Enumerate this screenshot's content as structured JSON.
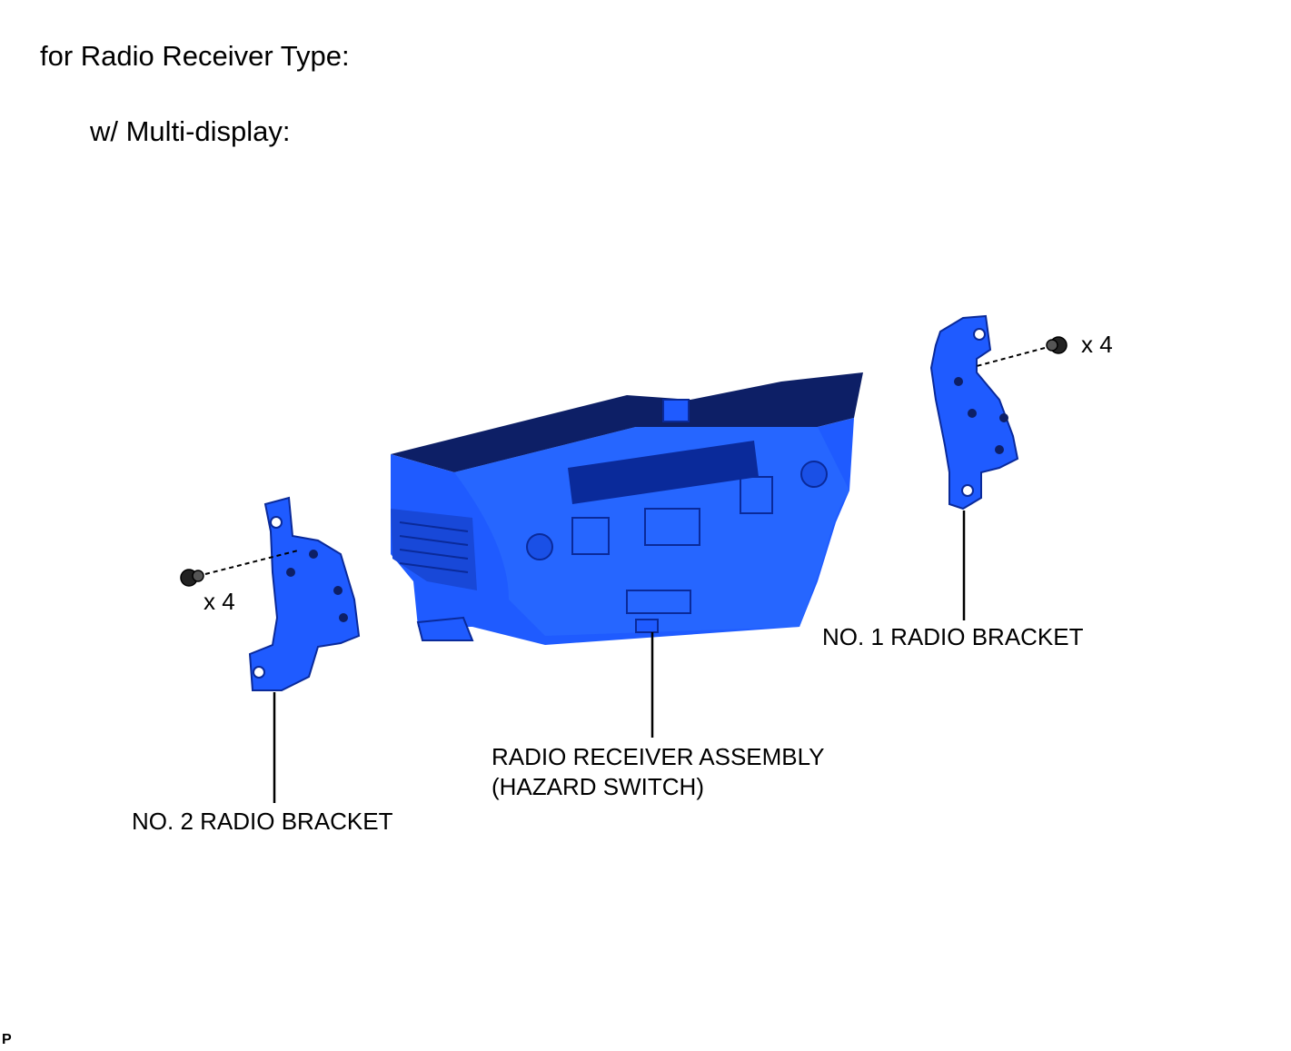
{
  "headings": {
    "main": "for Radio Receiver Type:",
    "sub": "w/ Multi-display:"
  },
  "labels": {
    "no1_bracket": "NO. 1 RADIO BRACKET",
    "no2_bracket": "NO. 2 RADIO BRACKET",
    "receiver_line1": "RADIO RECEIVER ASSEMBLY",
    "receiver_line2": "(HAZARD SWITCH)"
  },
  "quantities": {
    "right_screws": "x 4",
    "left_screws": "x 4"
  },
  "corner_mark": "P",
  "colors": {
    "part_blue": "#1f5bff",
    "part_dark": "#0a2a9a",
    "part_shadow": "#0d1f66",
    "line": "#000000"
  }
}
